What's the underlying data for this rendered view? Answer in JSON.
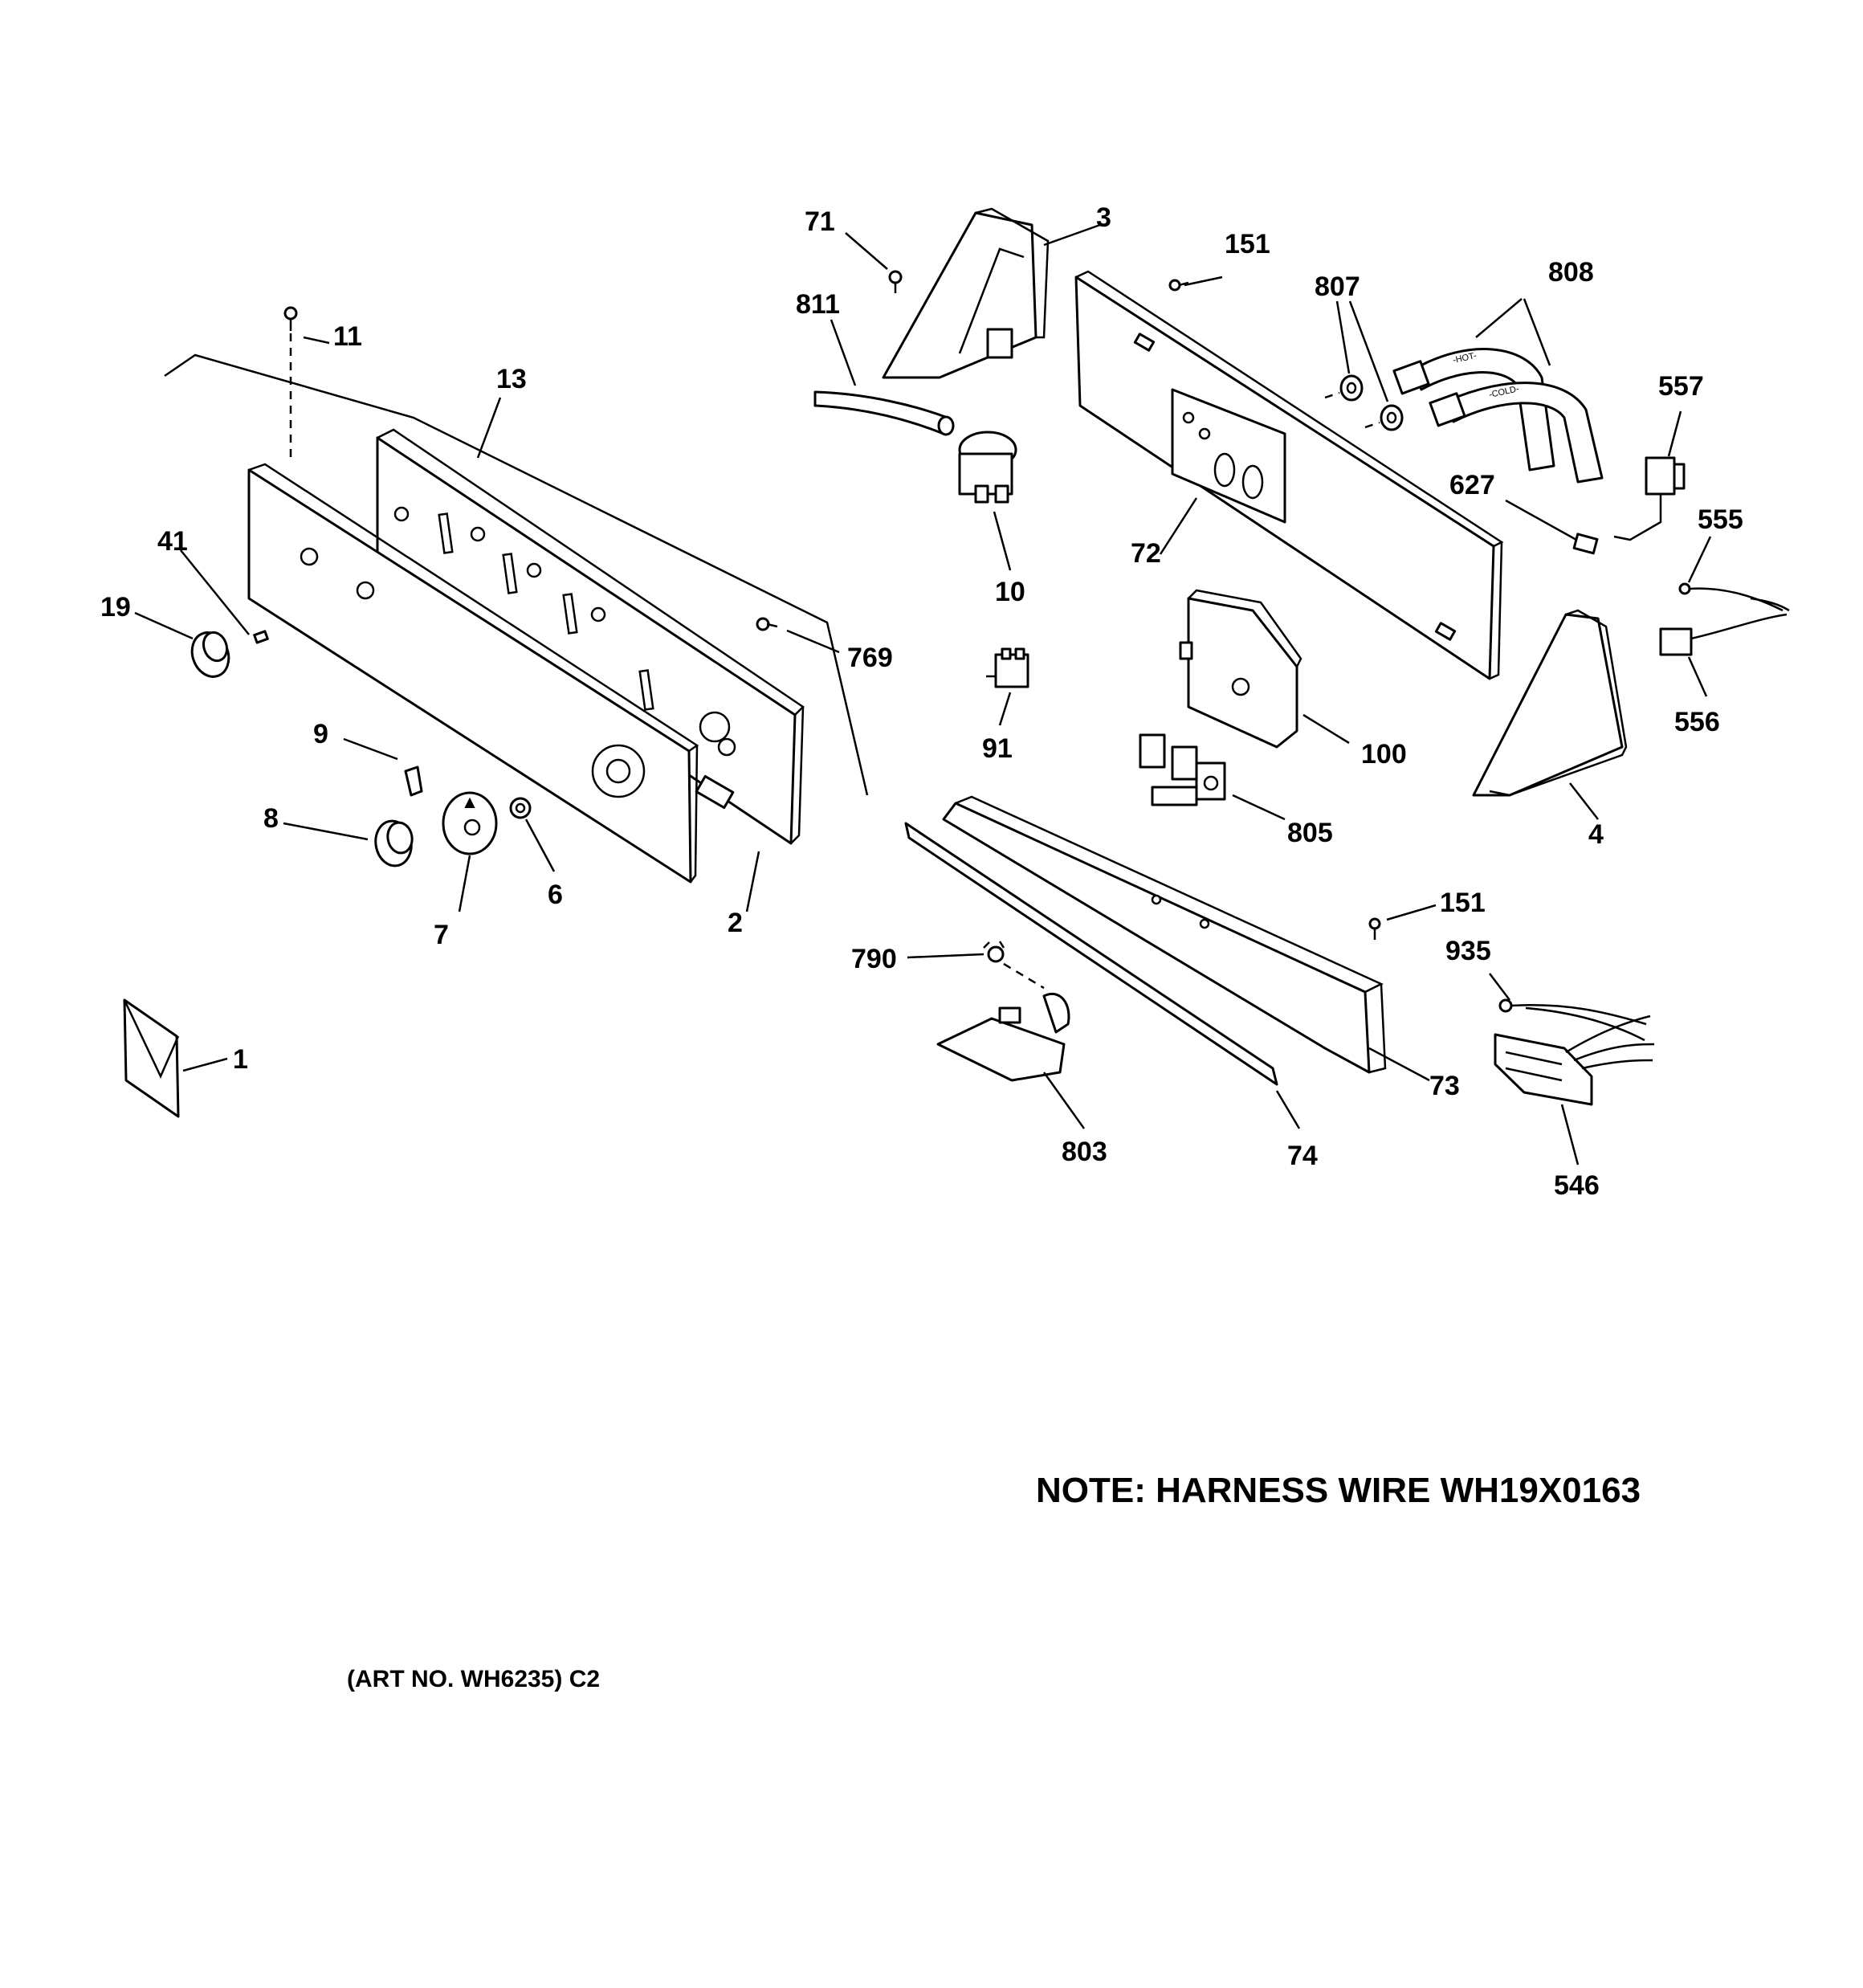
{
  "labels": {
    "l1": "1",
    "l2": "2",
    "l3": "3",
    "l4": "4",
    "l6": "6",
    "l7": "7",
    "l8": "8",
    "l9": "9",
    "l10": "10",
    "l11": "11",
    "l13": "13",
    "l19": "19",
    "l41": "41",
    "l71": "71",
    "l72": "72",
    "l73": "73",
    "l74": "74",
    "l91": "91",
    "l100": "100",
    "l151a": "151",
    "l151b": "151",
    "l546": "546",
    "l555": "555",
    "l556": "556",
    "l557": "557",
    "l627": "627",
    "l769": "769",
    "l790": "790",
    "l803": "803",
    "l805": "805",
    "l807": "807",
    "l808": "808",
    "l811": "811",
    "l935": "935"
  },
  "hose_labels": {
    "hot": "-HOT-",
    "cold": "-COLD-"
  },
  "note": "NOTE: HARNESS WIRE WH19X0163",
  "art_number": "(ART NO. WH6235) C2"
}
